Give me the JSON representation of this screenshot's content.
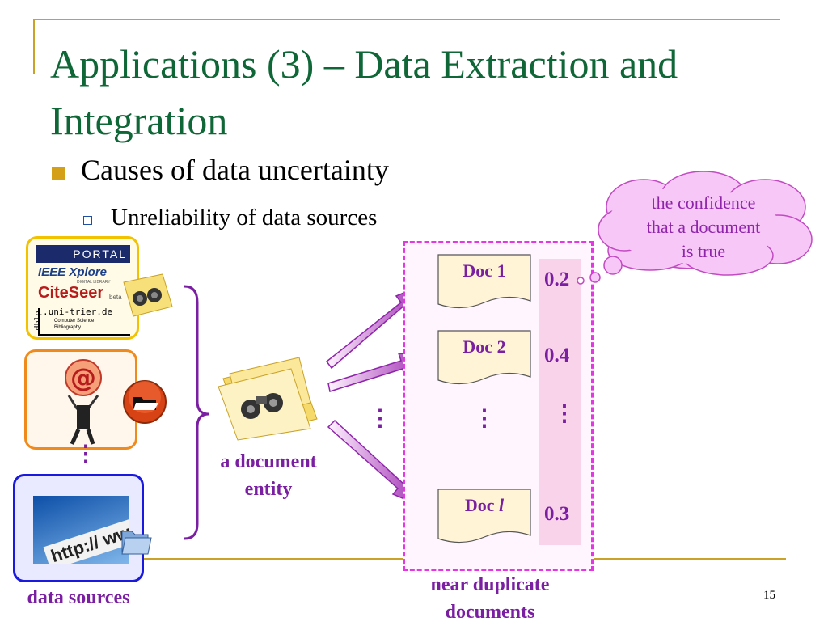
{
  "slide": {
    "title": "Applications (3) – Data Extraction and Integration",
    "bullet1": "Causes of data uncertainty",
    "bullet2": "Unreliability of data sources",
    "page_number": "15"
  },
  "sources": {
    "label": "data sources",
    "logos": {
      "portal": "PORTAL",
      "ieee": "IEEE Xplore",
      "ieee_sub": "DIGITAL LIBRARY",
      "citeseer": "CiteSeer",
      "citeseer_beta": "beta",
      "dblp_side": "dblp",
      "dblp_url": ".uni-trier.de",
      "dblp_desc1": "Computer Science",
      "dblp_desc2": "Bibliography",
      "at_sign": "@",
      "url_text": "http:// www"
    }
  },
  "entity": {
    "label_line1": "a document",
    "label_line2": "entity"
  },
  "documents": [
    {
      "name": "Doc 1",
      "name_italic": "",
      "score": "0.2"
    },
    {
      "name": "Doc 2",
      "name_italic": "",
      "score": "0.4"
    },
    {
      "name": "Doc ",
      "name_italic": "l",
      "score": "0.3"
    }
  ],
  "group_label": {
    "line1": "near duplicate",
    "line2": "documents"
  },
  "cloud": {
    "line1": "the confidence",
    "line2": "that a document",
    "line3": "is true"
  },
  "colors": {
    "title": "#0f6636",
    "accent": "#7b1fa2",
    "dashed_border": "#e535e5",
    "bullet": "#d4a017",
    "gold_line": "#c9a227"
  }
}
